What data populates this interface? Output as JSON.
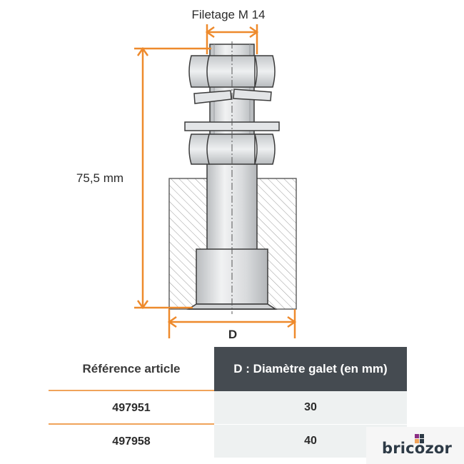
{
  "diagram": {
    "thread_label": "Filetage M 14",
    "height_label": "75,5 mm",
    "diameter_label": "D",
    "colors": {
      "dimension": "#ee8a2c",
      "steel": "#d5d7d9",
      "outline": "#3b3b3b",
      "hatch": "#9a9a9a"
    }
  },
  "table": {
    "header": {
      "reference": "Référence article",
      "diameter": "D : Diamètre galet (en mm)"
    },
    "rows": [
      {
        "reference": "497951",
        "diameter": "30"
      },
      {
        "reference": "497958",
        "diameter": "40"
      }
    ],
    "colors": {
      "header_bg": "#454b51",
      "cell_bg": "#eef1f1",
      "separator": "#f0a35a"
    }
  },
  "brand": {
    "name": "bricozor",
    "mark_colors": [
      "#8a2f84",
      "#2d3a46",
      "#f0a35a",
      "#2d3a46"
    ]
  }
}
